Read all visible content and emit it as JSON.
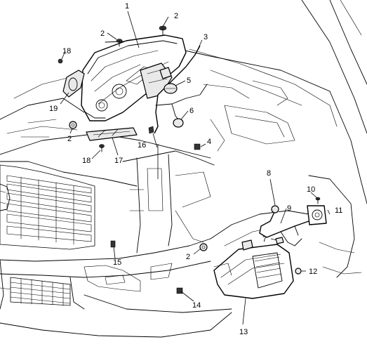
{
  "callouts": {
    "c1": "1",
    "c2a": "2",
    "c2b": "2",
    "c2c": "2",
    "c2d": "2",
    "c3": "3",
    "c4": "4",
    "c5": "5",
    "c6": "6",
    "c7": "7",
    "c8": "8",
    "c9": "9",
    "c10": "10",
    "c11": "11",
    "c12": "12",
    "c13": "13",
    "c14": "14",
    "c15": "15",
    "c16": "16",
    "c17": "17",
    "c18a": "18",
    "c18b": "18",
    "c19": "19"
  }
}
